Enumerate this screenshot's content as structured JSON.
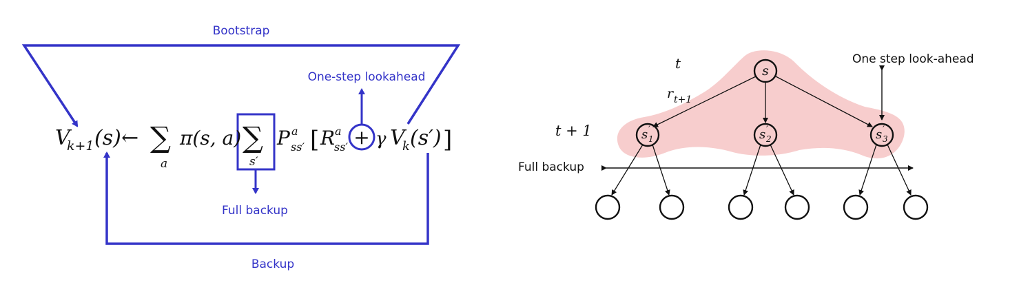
{
  "left_diagram": {
    "labels": {
      "bootstrap": "Bootstrap",
      "one_step_lookahead": "One-step lookahead",
      "full_backup": "Full backup",
      "backup": "Backup"
    },
    "equation": {
      "lhs_v": "V",
      "lhs_sub": "k+1",
      "lhs_arg": "(s)",
      "arrow": "←",
      "sum1": "∑",
      "sum1_sub": "a",
      "pi": "π(s, a)",
      "sum2": "∑",
      "sum2_sub": "s′",
      "p": "P",
      "p_sup": "a",
      "p_sub": "ss′",
      "bracket_open": "[",
      "r": "R",
      "r_sup": "a",
      "r_sub": "ss′",
      "plus": "+",
      "gamma": "γ",
      "v2": "V",
      "v2_sub": "k",
      "v2_arg": "(s′)",
      "bracket_close": "]"
    },
    "accent_color": "#3434c8"
  },
  "right_diagram": {
    "labels": {
      "t": "t",
      "r": "r",
      "r_sub": "t+1",
      "t_plus_1": "t + 1",
      "full_backup": "Full backup",
      "one_step_lookahead": "One step look-ahead"
    },
    "root_node": "s",
    "child_nodes": [
      {
        "name": "s",
        "prime": "′",
        "sub": "1"
      },
      {
        "name": "s",
        "prime": "′",
        "sub": "2"
      },
      {
        "name": "s",
        "prime": "′",
        "sub": "3"
      }
    ],
    "leaf_count": 6,
    "highlight_color": "#f6c8c8"
  }
}
